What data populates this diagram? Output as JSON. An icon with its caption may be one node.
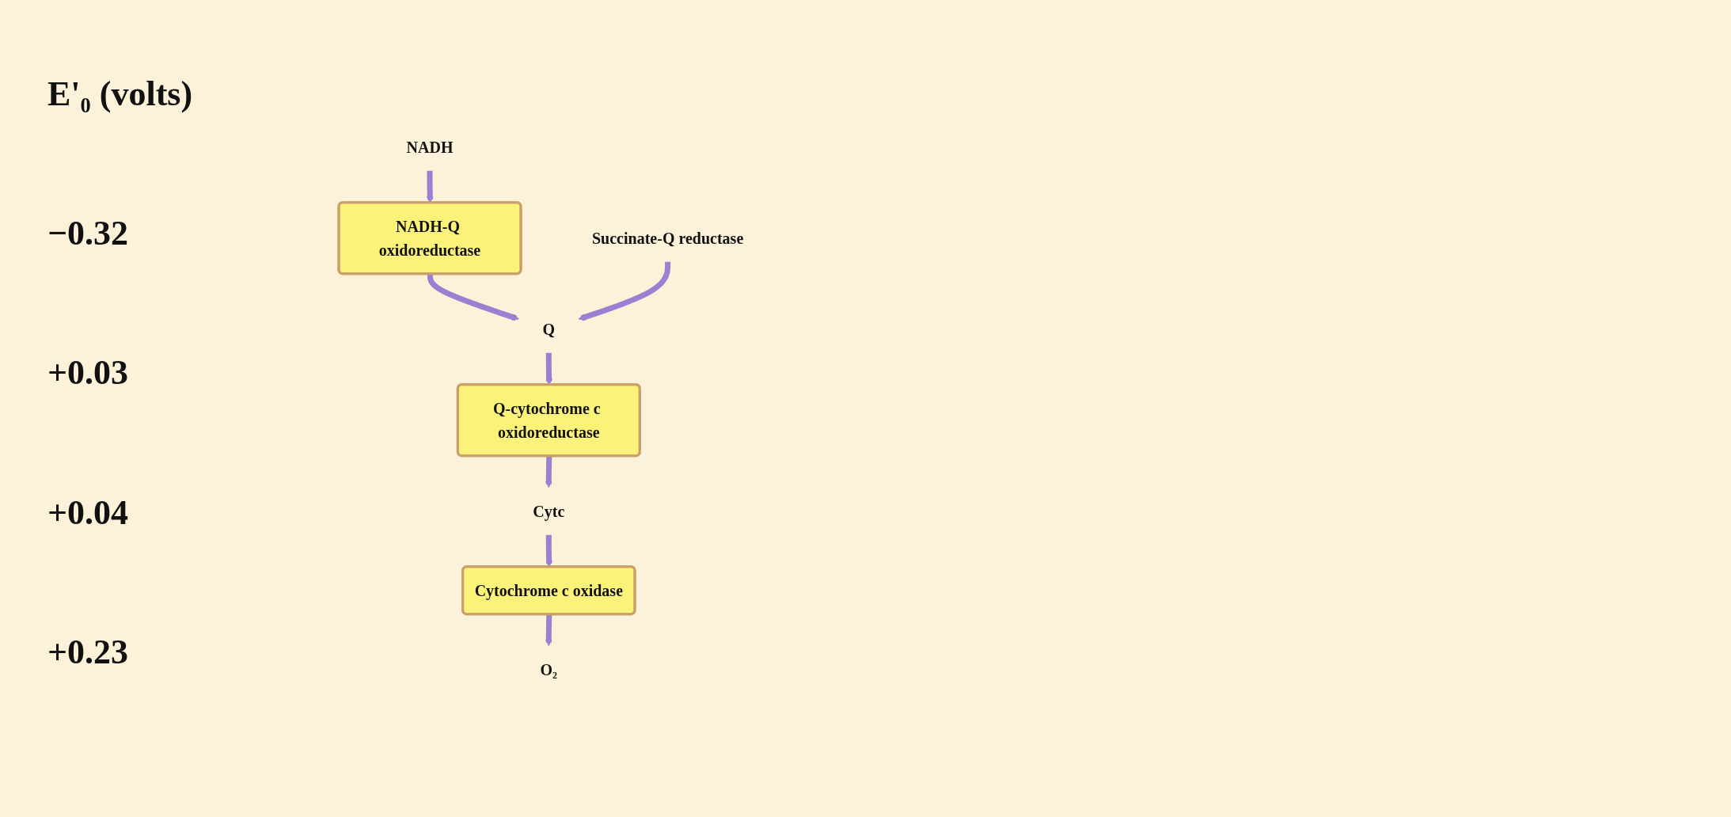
{
  "diagram": {
    "nodes": [
      {
        "text": [
          "NADH"
        ]
      },
      {
        "text": [
          "NADH-Q oxidoreductase"
        ]
      },
      {
        "text": [
          "Q"
        ]
      },
      {
        "text": [
          "Succinate-Q reductase"
        ]
      },
      {
        "text": [
          "Q-cytochrome c oxidoreductase"
        ]
      },
      {
        "text": [
          "Cytc"
        ]
      },
      {
        "text": [
          "Cytochrome c oxidase"
        ]
      },
      {
        "text": [
          "O₂"
        ]
      }
    ],
    "edges": [
      {
        "from": 0,
        "to": 1,
        "arrow": "to"
      },
      {
        "from": 1,
        "to": 2,
        "arrow": "to"
      },
      {
        "from": 3,
        "to": 2,
        "arrow": "to"
      },
      {
        "from": 2,
        "to": 4,
        "arrow": "to"
      },
      {
        "from": 4,
        "to": 5,
        "arrow": "to"
      },
      {
        "from": 5,
        "to": 6,
        "arrow": "to"
      },
      {
        "from": 6,
        "to": 7,
        "arrow": "to"
      }
    ],
    "labels": [
      "E'₀ (volts)",
      "−0.32",
      "+0.03",
      "+0.04",
      "+0.23"
    ]
  }
}
